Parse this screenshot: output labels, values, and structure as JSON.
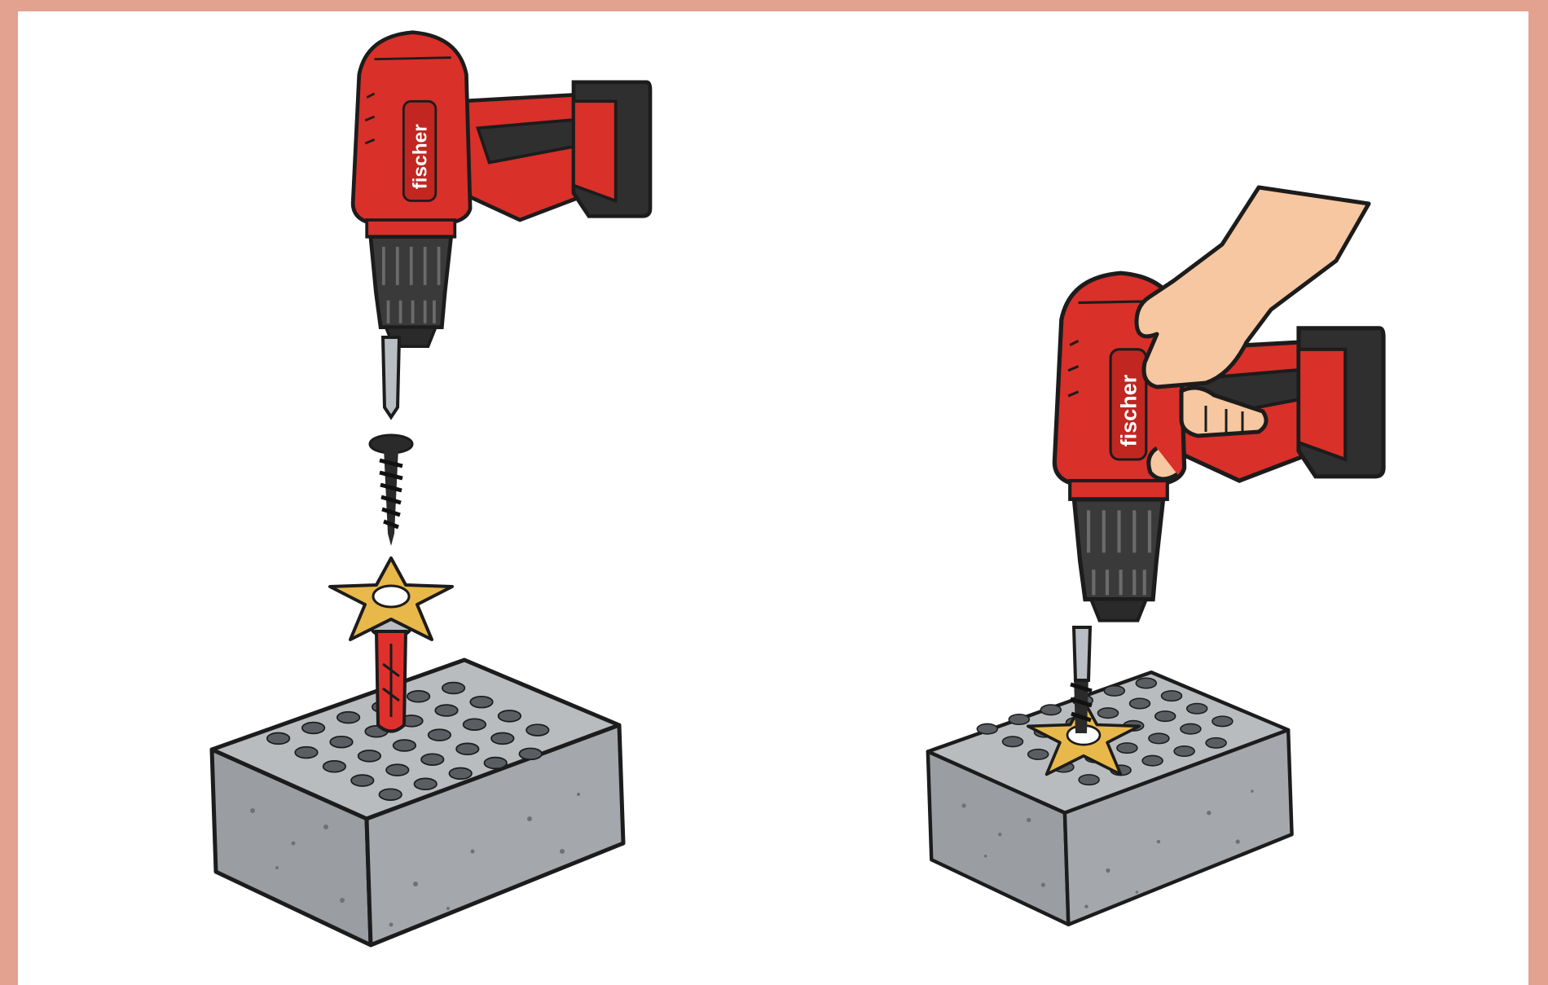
{
  "illustration": {
    "brand": "fischer",
    "colors": {
      "frame": "#e3a190",
      "background": "#ffffff",
      "drill_body": "#d9302a",
      "drill_dark": "#2f2f2f",
      "chuck": "#3a3a3a",
      "bit": "#b9bec4",
      "screw": "#2a2a2a",
      "star_washer": "#e8b84a",
      "plug": "#e0302b",
      "brick_top": "#b9bcbf",
      "brick_side": "#9a9ea2",
      "brick_hole": "#5a5e62",
      "skin": "#f6c7a0",
      "outline": "#1c1c1c"
    },
    "panels": [
      {
        "id": "before",
        "parts": [
          "drill",
          "screwdriver-bit",
          "screw",
          "star-washer",
          "wall-plug",
          "perforated-brick"
        ]
      },
      {
        "id": "after",
        "parts": [
          "hand",
          "drill",
          "screwdriver-bit",
          "screw",
          "star-washer",
          "perforated-brick"
        ]
      }
    ]
  }
}
